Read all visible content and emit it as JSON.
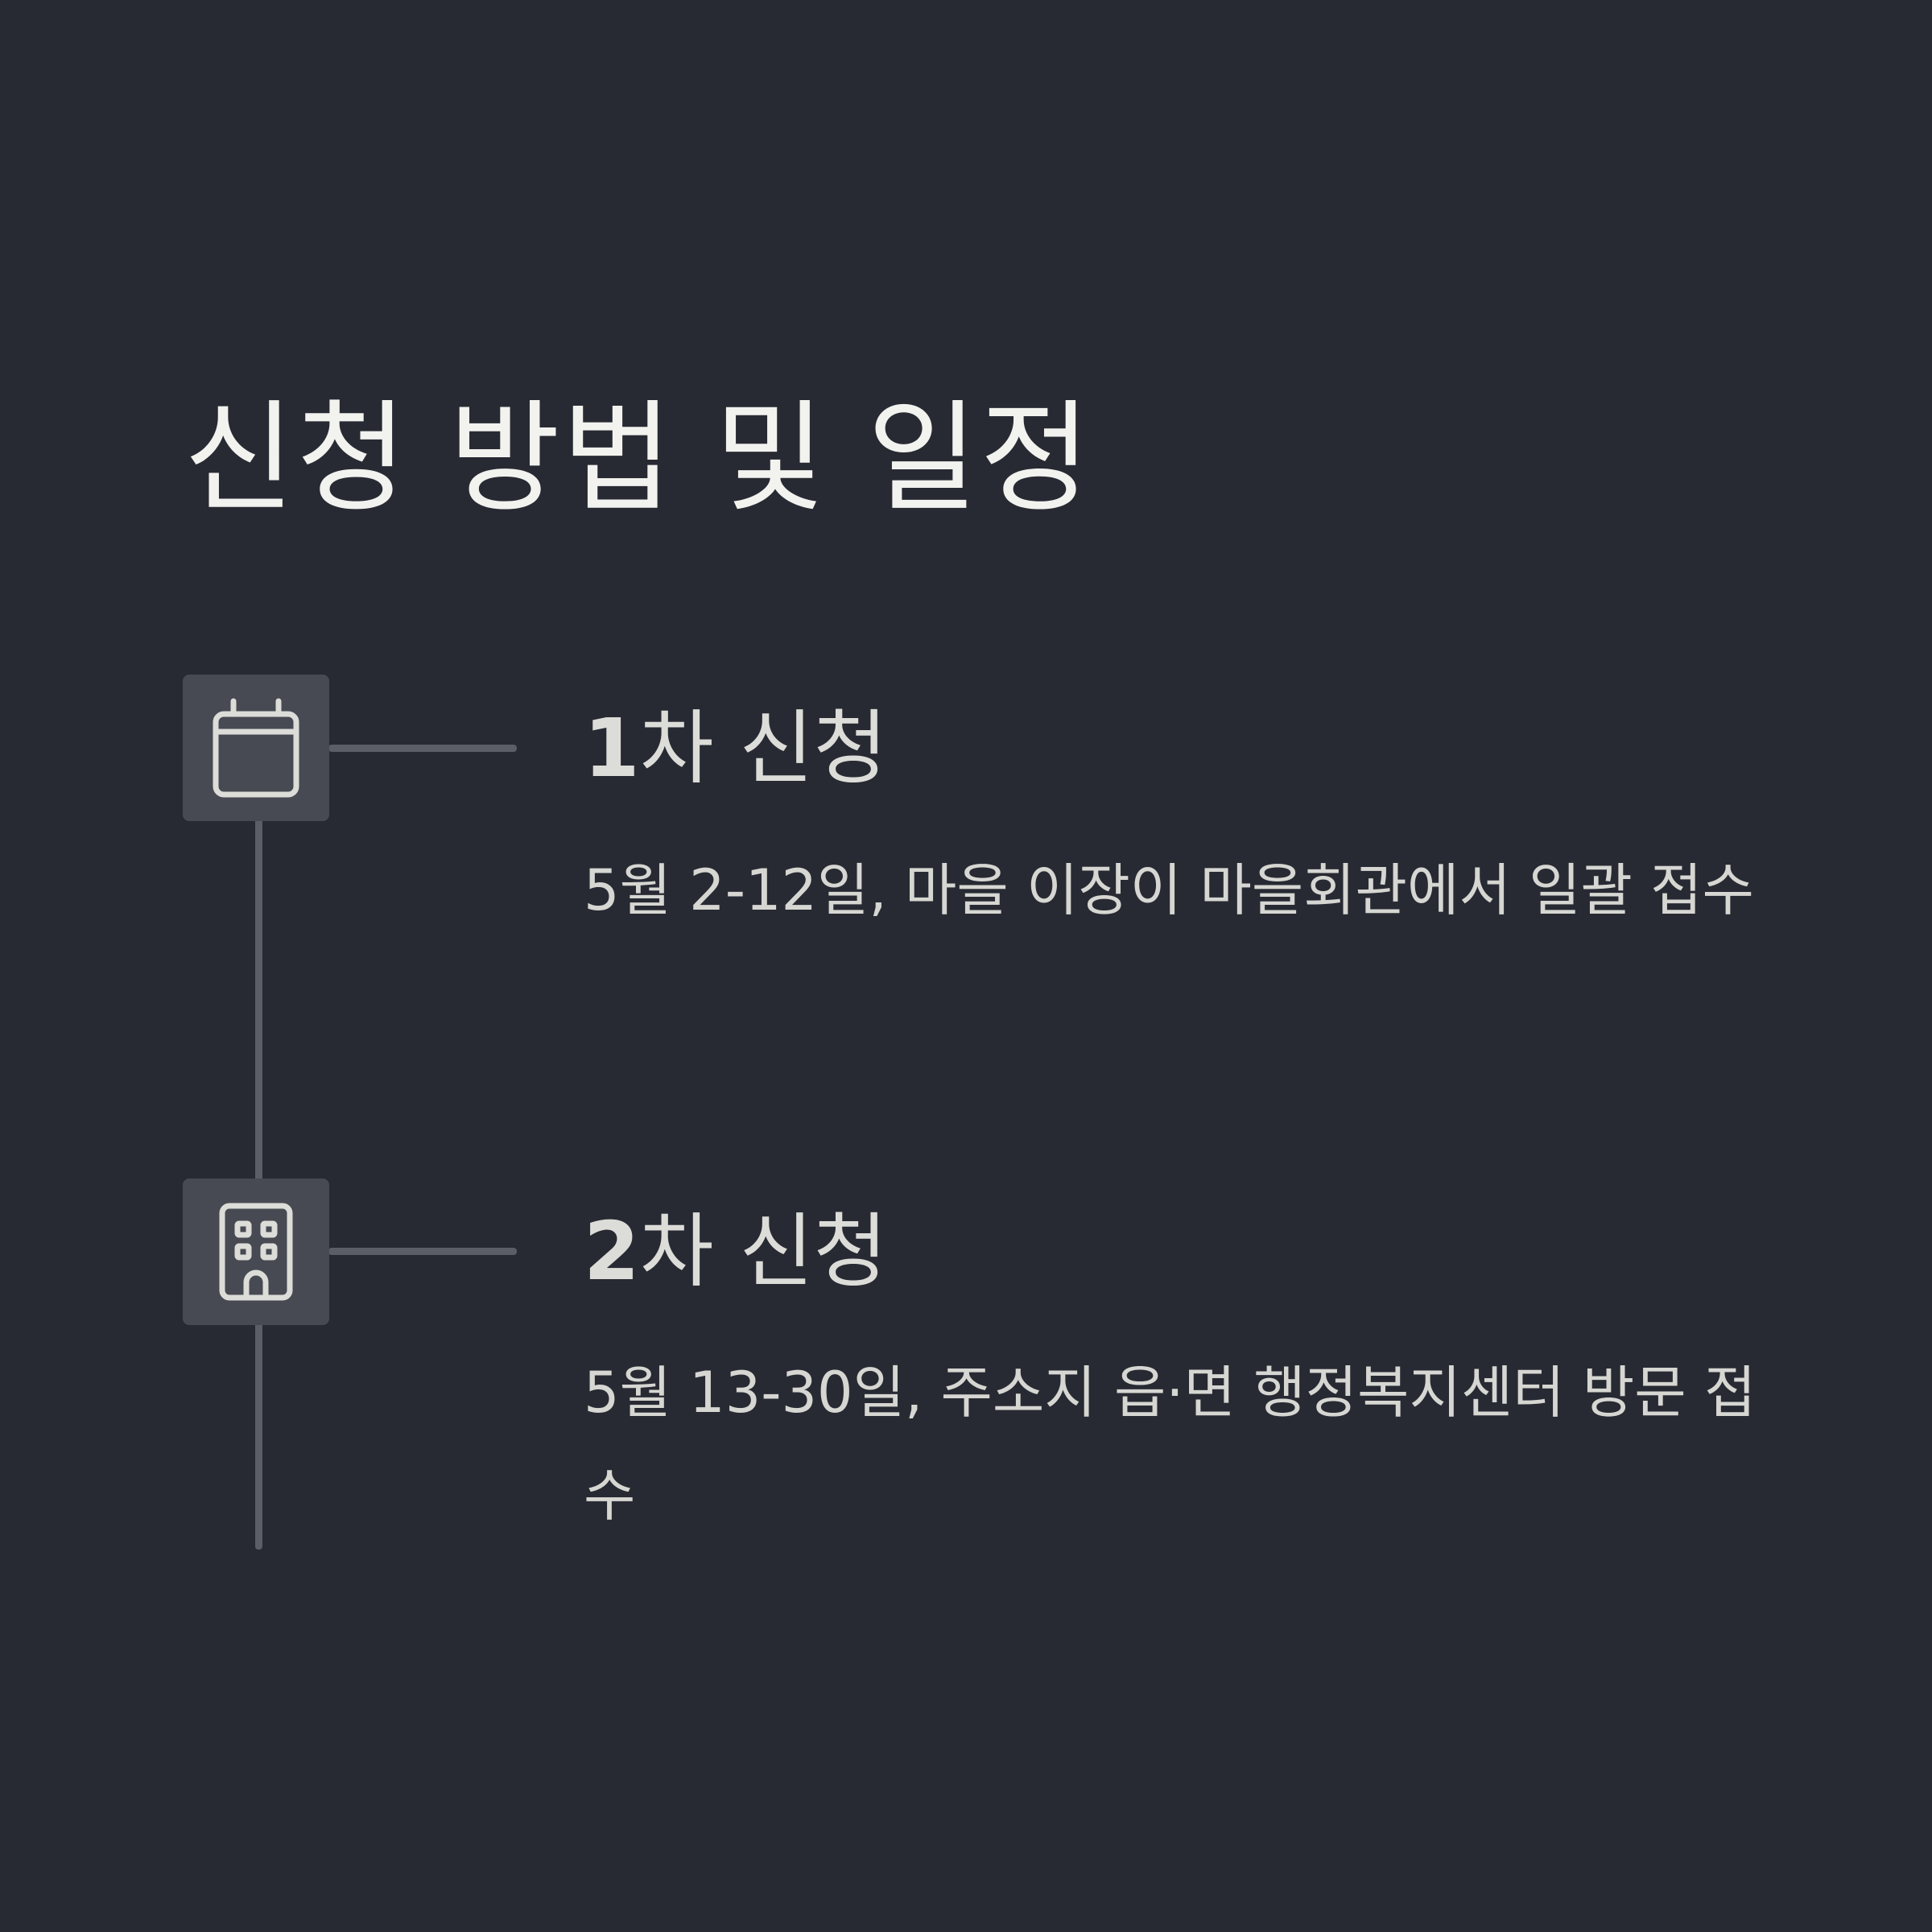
{
  "title": "신청 방법 및 일정",
  "steps": [
    {
      "icon": "calendar-icon",
      "number": "1",
      "title_suffix": "차 신청",
      "description": "5월 2-12일, 마을 이장이 마을회관에서 일괄 접수"
    },
    {
      "icon": "building-icon",
      "number": "2",
      "title_suffix": "차 신청",
      "description": "5월 13-30일, 주소지 읍·면 행정복지센터 방문 접수"
    }
  ],
  "colors": {
    "background": "#282a33",
    "icon_box": "#474a52",
    "connector": "#5b5e66",
    "title_text": "#f2f2ef",
    "body_text": "#d6d6d2"
  }
}
